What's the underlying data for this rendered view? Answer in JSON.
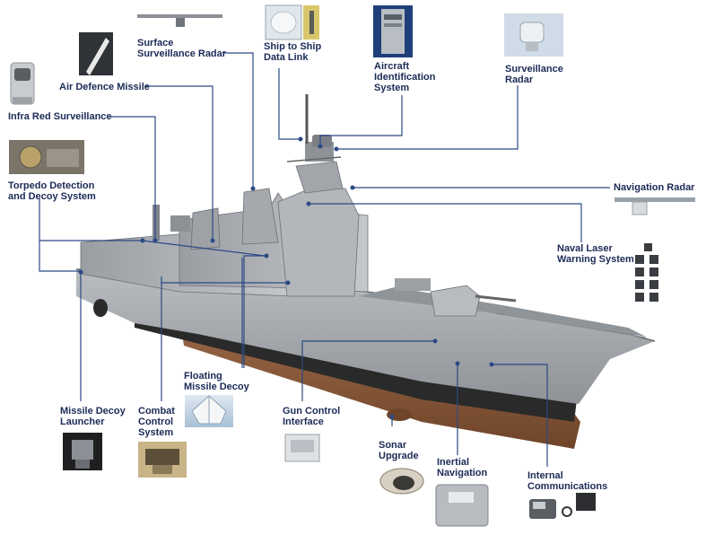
{
  "labels": {
    "surface_radar": "Surface\nSurveillance Radar",
    "ship_to_ship": "Ship to Ship\nData Link",
    "aircraft_id": "Aircraft\nIdentification\nSystem",
    "surveillance_radar": "Surveillance\nRadar",
    "air_defence": "Air Defence Missile",
    "infra_red": "Infra Red Surveillance",
    "torpedo": "Torpedo Detection\nand Decoy System",
    "navigation_radar": "Navigation Radar",
    "naval_laser": "Naval Laser\nWarning System",
    "floating_decoy": "Floating\nMissile Decoy",
    "missile_decoy_launcher": "Missile Decoy\nLauncher",
    "combat_control": "Combat\nControl\nSystem",
    "gun_control": "Gun Control\nInterface",
    "sonar": "Sonar\nUpgrade",
    "inertial": "Inertial\nNavigation",
    "internal_comms": "Internal\nCommunications"
  },
  "colors": {
    "label": "#1c2a56",
    "leader_line": "#2b4a85",
    "hull_grey": "#a9adb1",
    "hull_stripe": "#2a2a2a",
    "hull_bottom": "#8a5a3b",
    "background": "#ffffff"
  }
}
